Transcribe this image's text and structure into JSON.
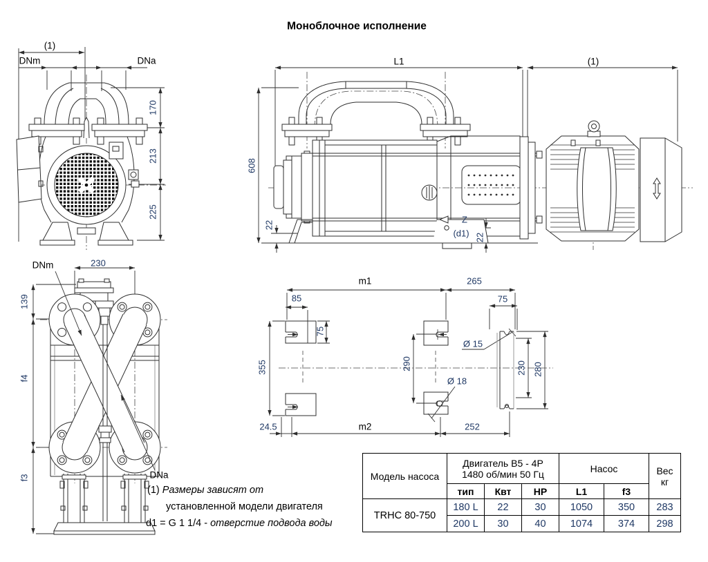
{
  "title": "Моноблочное исполнение",
  "colors": {
    "dim_text": "#1f3864",
    "line": "#2e2e2e",
    "gray_line": "#999999"
  },
  "front_view": {
    "dim1": "(1)",
    "dnm": "DNm",
    "dna": "DNa",
    "d170": "170",
    "d213": "213",
    "d225": "225"
  },
  "side_view": {
    "l1": "L1",
    "dim1": "(1)",
    "d608": "608",
    "d22_left": "22",
    "z_label": "Z",
    "d1_label": "(d1)",
    "d22_right": "22"
  },
  "top_view": {
    "dnm": "DNm",
    "d230": "230",
    "d139": "139",
    "f4": "f4",
    "f3": "f3",
    "dna": "DNa"
  },
  "base_plan": {
    "m1": "m1",
    "d265": "265",
    "d85": "85",
    "d75_left": "75",
    "d75_right": "75",
    "d355": "355",
    "d290": "290",
    "d230": "230",
    "d280": "280",
    "dia15": "Ø 15",
    "dia18": "Ø 18",
    "d24_5": "24.5",
    "m2": "m2",
    "d252": "252"
  },
  "notes": {
    "n1_prefix": "(1)",
    "n1": " Размеры зависят от",
    "n2": "установленной модели двигателя",
    "n3_prefix": "d1 = G 1 1/4 - ",
    "n3": "отверстие подвода воды"
  },
  "table": {
    "model_header": "Модель насоса",
    "motor_header_line1": "Двигатель B5  - 4P",
    "motor_header_line2": "1480 об/мин 50 Гц",
    "pump_header": "Насос",
    "weight_line1": "Вес",
    "weight_line2": "кг",
    "col_type": "тип",
    "col_kwt": "Квт",
    "col_hp": "НР",
    "col_l1": "L1",
    "col_f3": "f3",
    "model_value": "TRHC 80-750",
    "rows": [
      {
        "type": "180 L",
        "kwt": "22",
        "hp": "30",
        "l1": "1050",
        "f3": "350",
        "weight": "283"
      },
      {
        "type": "200 L",
        "kwt": "30",
        "hp": "40",
        "l1": "1074",
        "f3": "374",
        "weight": "298"
      }
    ]
  }
}
